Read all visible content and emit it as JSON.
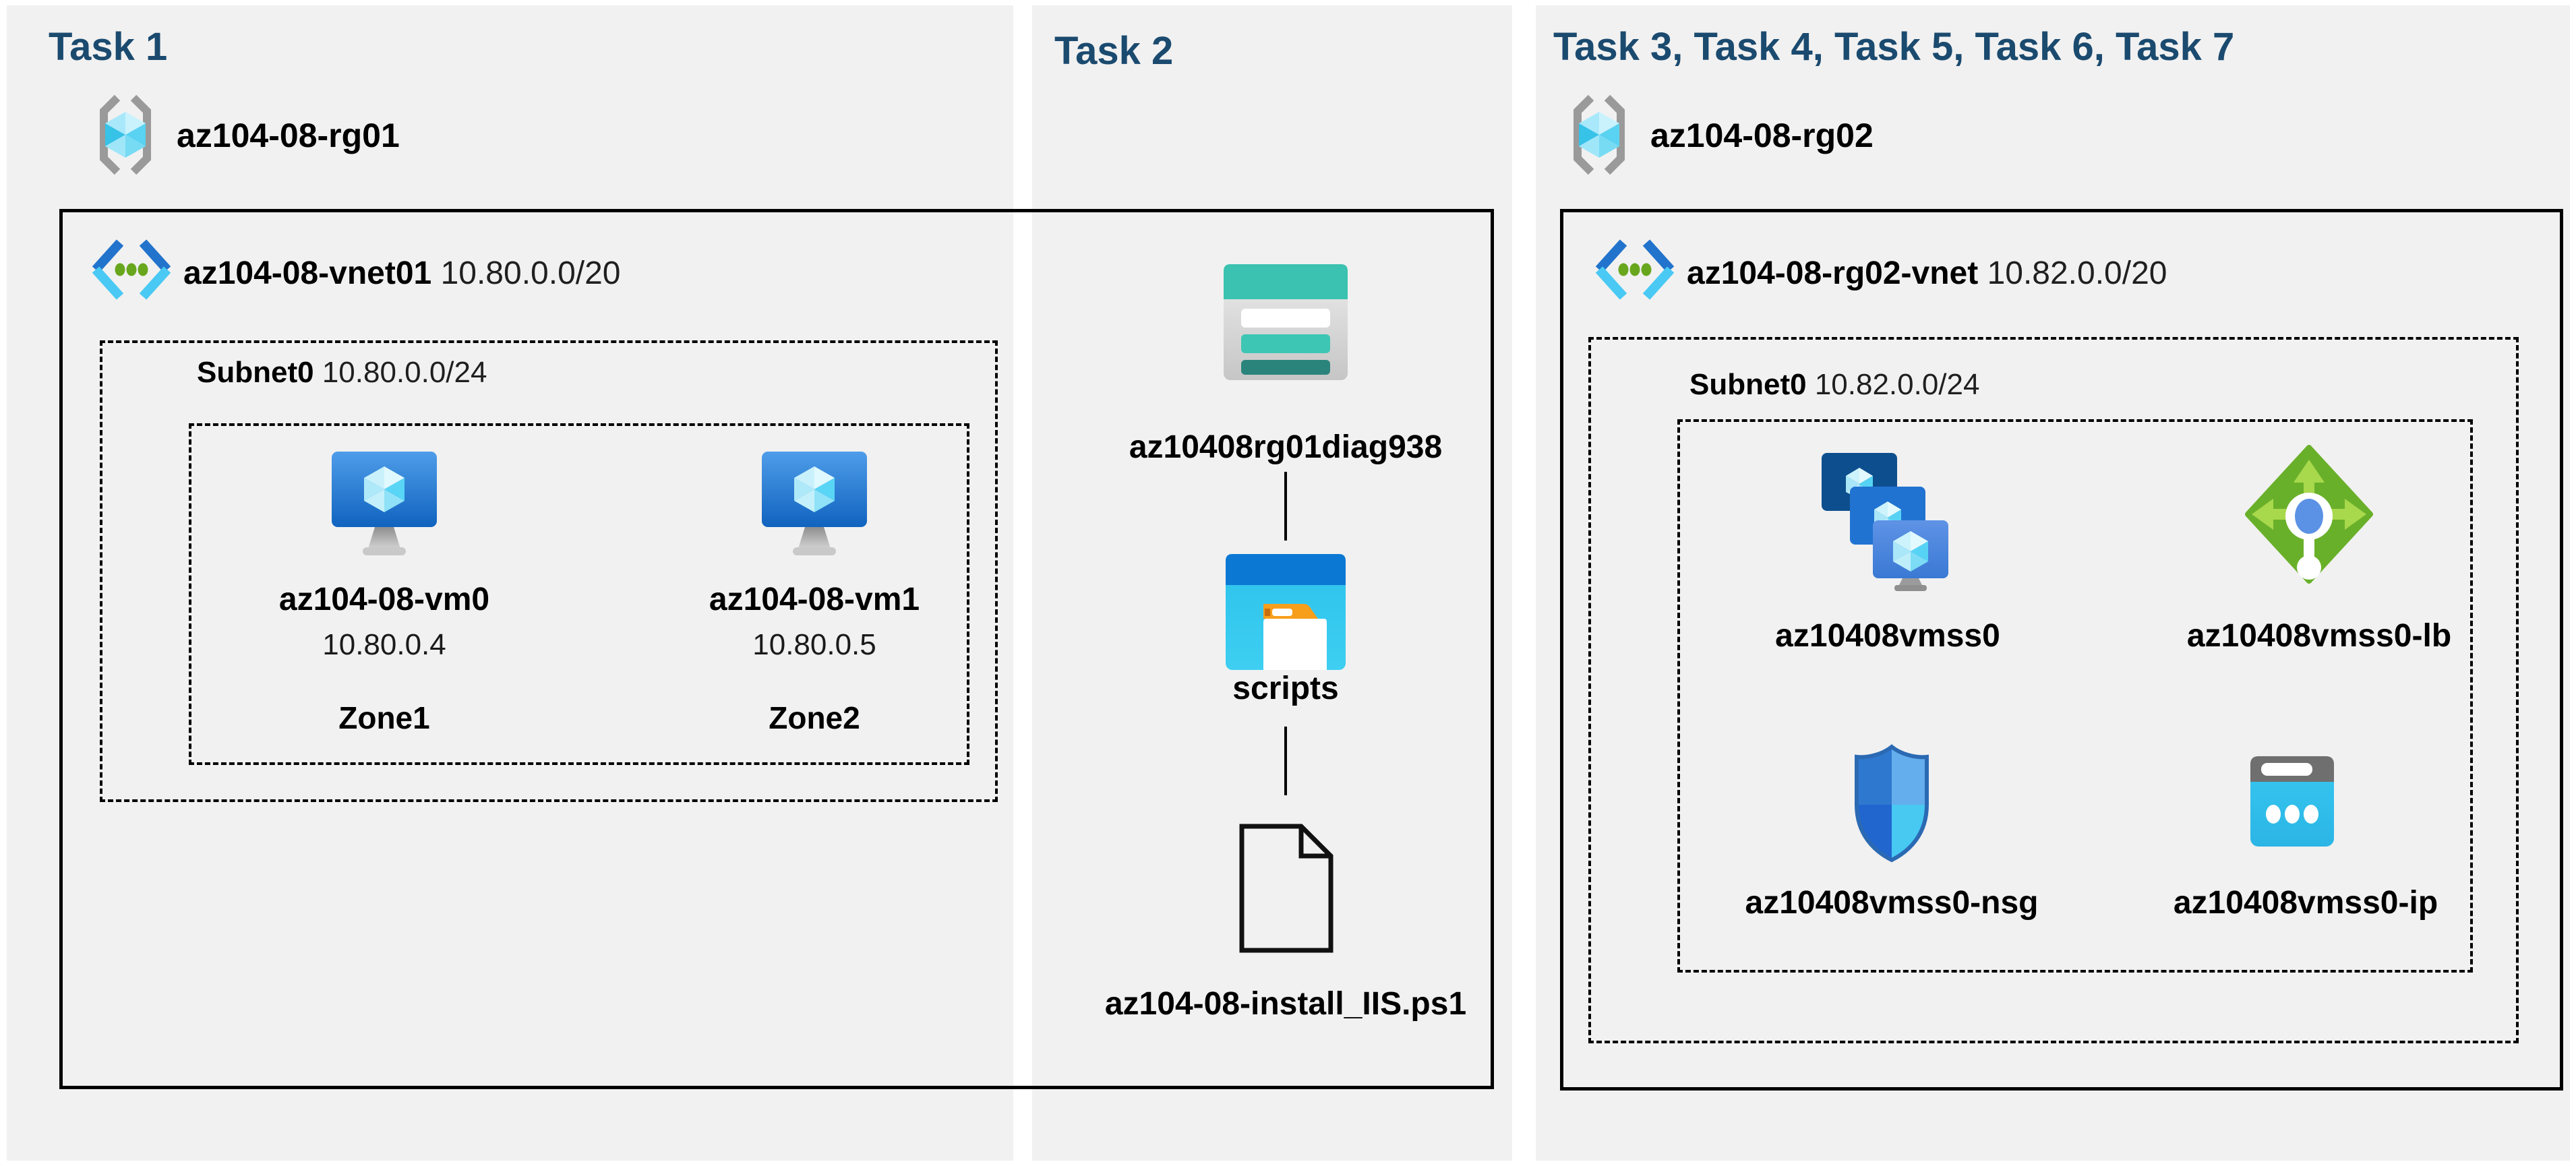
{
  "colors": {
    "title_blue": "#1b4a6f",
    "panel_bg": "#f1f1f1",
    "outline_black": "#000000",
    "azure_blue": "#1a72d4",
    "azure_cyan": "#45c8f4",
    "storage_teal": "#3bc2b1",
    "lb_green": "#69b02a",
    "folder_orange": "#f79e1b"
  },
  "icons": {
    "resource_group": "resource-group-icon",
    "virtual_network": "virtual-network-icon",
    "virtual_machine": "virtual-machine-icon",
    "storage_account": "storage-account-icon",
    "blob_container": "folder-container-icon",
    "script_file": "file-document-icon",
    "vm_scale_set": "vm-scale-set-icon",
    "load_balancer": "load-balancer-icon",
    "network_security_group": "shield-nsg-icon",
    "public_ip": "public-ip-icon"
  },
  "panels": {
    "task1": {
      "title": "Task 1",
      "rg": "az104-08-rg01",
      "vnet_name": "az104-08-vnet01",
      "vnet_cidr": "10.80.0.0/20",
      "subnet_name": "Subnet0",
      "subnet_cidr": "10.80.0.0/24",
      "vms": [
        {
          "name": "az104-08-vm0",
          "ip": "10.80.0.4",
          "zone": "Zone1"
        },
        {
          "name": "az104-08-vm1",
          "ip": "10.80.0.5",
          "zone": "Zone2"
        }
      ]
    },
    "task2": {
      "title": "Task 2",
      "storage_account": "az10408rg01diag938",
      "container": "scripts",
      "file": "az104-08-install_IIS.ps1"
    },
    "task3": {
      "title": "Task 3, Task 4, Task 5, Task 6, Task 7",
      "rg": "az104-08-rg02",
      "vnet_name": "az104-08-rg02-vnet",
      "vnet_cidr": "10.82.0.0/20",
      "subnet_name": "Subnet0",
      "subnet_cidr": "10.82.0.0/24",
      "resources": [
        {
          "name": "az10408vmss0",
          "type": "vm-scale-set"
        },
        {
          "name": "az10408vmss0-lb",
          "type": "load-balancer"
        },
        {
          "name": "az10408vmss0-nsg",
          "type": "network-security-group"
        },
        {
          "name": "az10408vmss0-ip",
          "type": "public-ip"
        }
      ]
    }
  }
}
